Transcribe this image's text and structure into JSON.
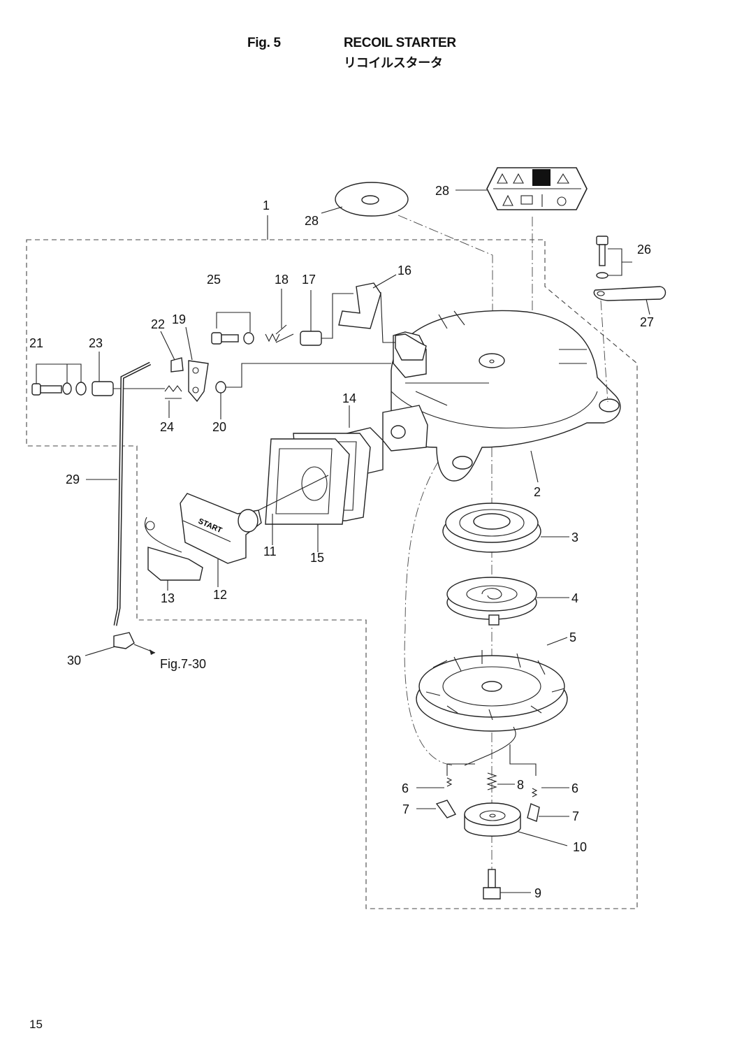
{
  "header": {
    "fig_label": "Fig. 5",
    "title_en": "RECOIL STARTER",
    "title_ja": "リコイルスタータ"
  },
  "callouts": {
    "c1": "1",
    "c2": "2",
    "c3": "3",
    "c4": "4",
    "c5": "5",
    "c6a": "6",
    "c6b": "6",
    "c7a": "7",
    "c7b": "7",
    "c8": "8",
    "c9": "9",
    "c10": "10",
    "c11": "11",
    "c12": "12",
    "c13": "13",
    "c14": "14",
    "c15": "15",
    "c16": "16",
    "c17": "17",
    "c18": "18",
    "c19": "19",
    "c20": "20",
    "c21": "21",
    "c22": "22",
    "c23": "23",
    "c24": "24",
    "c25": "25",
    "c26": "26",
    "c27": "27",
    "c28a": "28",
    "c28b": "28",
    "c29": "29",
    "c30": "30"
  },
  "cross_reference": "Fig.7-30",
  "handle_text": "START",
  "page_number": "15"
}
